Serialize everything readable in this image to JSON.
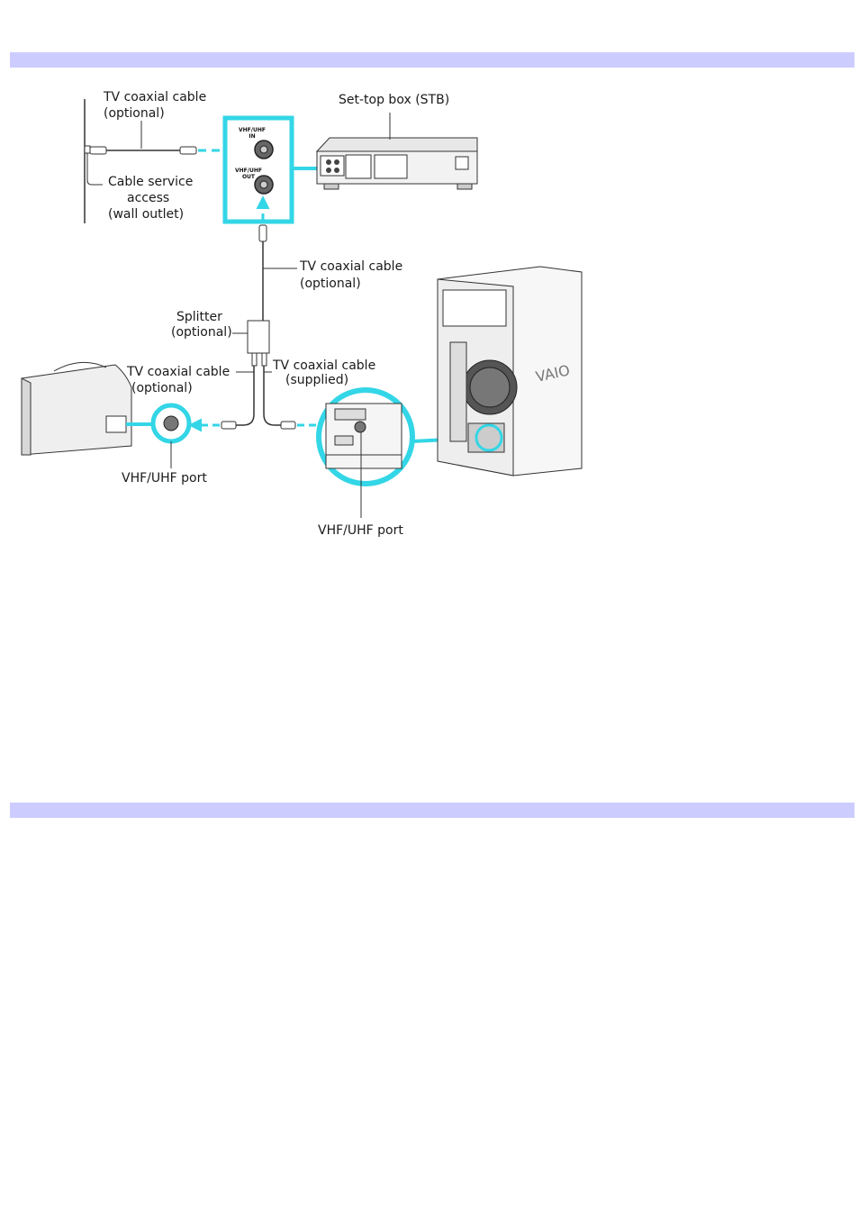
{
  "labels": {
    "wall_cable_line1": "TV coaxial cable",
    "wall_cable_line2": "(optional)",
    "stb": "Set-top box (STB)",
    "outlet_line1": "Cable service",
    "outlet_line2": "access",
    "outlet_line3": "(wall outlet)",
    "stb_in_line1": "VHF/UHF",
    "stb_in_line2": "IN",
    "stb_out_line1": "VHF/UHF",
    "stb_out_line2": "OUT",
    "mid_cable_line1": "TV coaxial cable",
    "mid_cable_line2": "(optional)",
    "splitter_line1": "Splitter",
    "splitter_line2": "(optional)",
    "left_cable_line1": "TV coaxial cable",
    "left_cable_line2": "(optional)",
    "right_cable_line1": "TV coaxial cable",
    "right_cable_line2": "(supplied)",
    "tv_port": "VHF/UHF port",
    "pc_port": "VHF/UHF port",
    "brand": "VAIO"
  },
  "colors": {
    "band": "#ccccff",
    "highlight": "#33d6e6",
    "line": "#333333"
  }
}
